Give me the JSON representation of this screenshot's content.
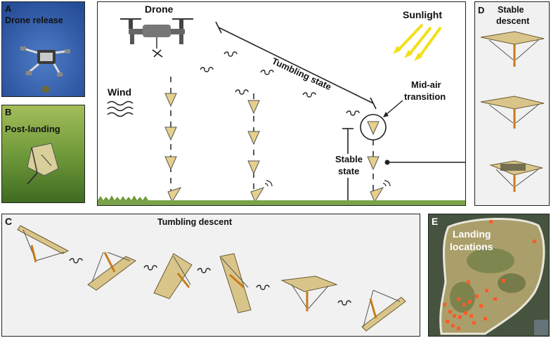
{
  "panels": {
    "a": {
      "letter": "A",
      "title": "Drone release"
    },
    "b": {
      "letter": "B",
      "title": "Post-landing"
    },
    "main": {
      "drone": "Drone",
      "sunlight": "Sunlight",
      "wind": "Wind",
      "tumbling_state": "Tumbling state",
      "midair_line1": "Mid-air",
      "midair_line2": "transition",
      "stable_line1": "Stable",
      "stable_line2": "state"
    },
    "c": {
      "letter": "C",
      "title": "Tumbling descent"
    },
    "d": {
      "letter": "D",
      "title_line1": "Stable",
      "title_line2": "descent"
    },
    "e": {
      "letter": "E",
      "title_line1": "Landing",
      "title_line2": "locations"
    }
  },
  "colors": {
    "panel_bg": "#f1f1f1",
    "sky_blue": "#2f5aa8",
    "grass_green": "#6f9a3a",
    "sunlight_yellow": "#f4e21a",
    "aerial_green": "#5e7a45",
    "landing_marker": "#ff5a2a",
    "glider_tan": "#d9c58a"
  },
  "icons": [
    "drone-icon",
    "sunlight-rays-icon",
    "wind-icon",
    "tumble-spiral-icon",
    "glider-icon",
    "signal-icon"
  ]
}
